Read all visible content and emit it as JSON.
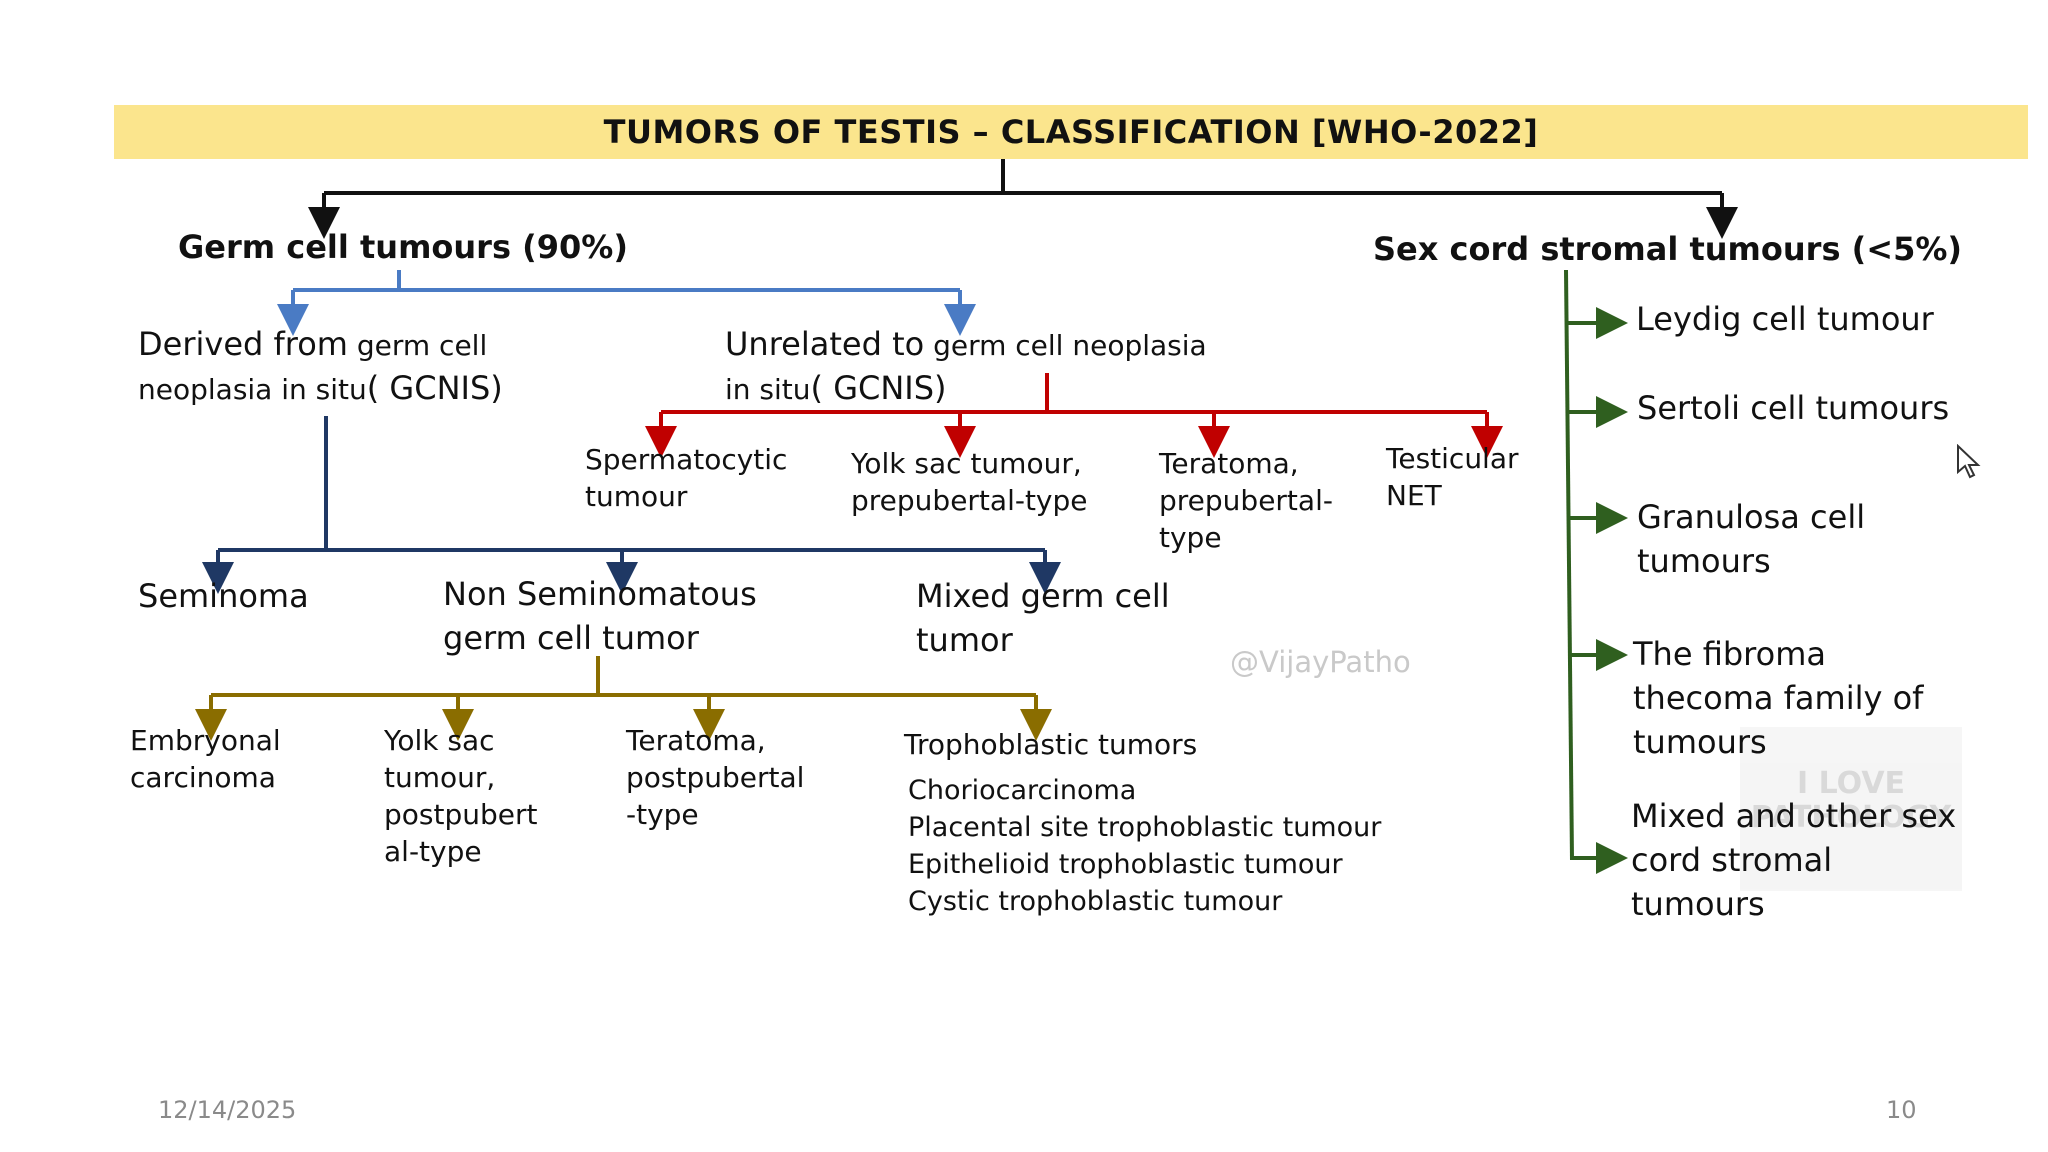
{
  "title": "TUMORS OF TESTIS – CLASSIFICATION  [WHO-2022]",
  "germ": {
    "heading": "Germ cell tumours  (90%)",
    "derived": {
      "line1_big": "Derived from",
      "line1_small": " germ cell",
      "line2_small": "neoplasia in situ",
      "line2_big": "( GCNIS)"
    },
    "unrelated": {
      "line1_big": "Unrelated to",
      "line1_small": " germ cell neoplasia",
      "line2_small": "in situ",
      "line2_big": "( GCNIS)"
    },
    "unrelated_children": [
      {
        "l1": "Spermatocytic",
        "l2": "tumour",
        "l3": ""
      },
      {
        "l1": "Yolk sac tumour,",
        "l2": "prepubertal-type",
        "l3": ""
      },
      {
        "l1": "Teratoma,",
        "l2": "prepubertal-",
        "l3": "type"
      },
      {
        "l1": "Testicular",
        "l2": "NET",
        "l3": ""
      }
    ],
    "seminoma": "Seminoma",
    "nsgct": {
      "l1": "Non Seminomatous",
      "l2": "germ cell tumor"
    },
    "mixed": {
      "l1": "Mixed germ cell",
      "l2": "tumor"
    },
    "nsgct_children": [
      {
        "l1": "Embryonal",
        "l2": "carcinoma",
        "l3": "",
        "l4": ""
      },
      {
        "l1": "Yolk sac",
        "l2": "tumour,",
        "l3": "postpubert",
        "l4": "al-type"
      },
      {
        "l1": "Teratoma,",
        "l2": "postpubertal",
        "l3": "-type",
        "l4": ""
      }
    ],
    "trophoblastic": {
      "heading": "Trophoblastic tumors",
      "items": [
        "Choriocarcinoma",
        "Placental site trophoblastic tumour",
        "Epithelioid trophoblastic tumour",
        "Cystic trophoblastic tumour"
      ]
    }
  },
  "sexcord": {
    "heading": "Sex cord stromal tumours (<5%)",
    "items": [
      {
        "l1": "Leydig cell tumour",
        "l2": "",
        "l3": ""
      },
      {
        "l1": "Sertoli cell tumours",
        "l2": "",
        "l3": ""
      },
      {
        "l1": "Granulosa cell",
        "l2": "tumours",
        "l3": ""
      },
      {
        "l1": "The fibroma",
        "l2": "thecoma family of",
        "l3": "tumours"
      },
      {
        "l1": "Mixed and other sex",
        "l2": "cord stromal",
        "l3": "tumours"
      }
    ]
  },
  "watermark": "@VijayPatho",
  "logo_watermark": "I LOVE PATHOLOGY",
  "footer": {
    "date": "12/14/2025",
    "page": "10"
  },
  "colors": {
    "black": "#111111",
    "blue": "#4a7bc4",
    "navy": "#1f3864",
    "red": "#c00000",
    "gold": "#8a6d00",
    "green": "#2f5f1f",
    "title_bg": "#fbe58d"
  }
}
